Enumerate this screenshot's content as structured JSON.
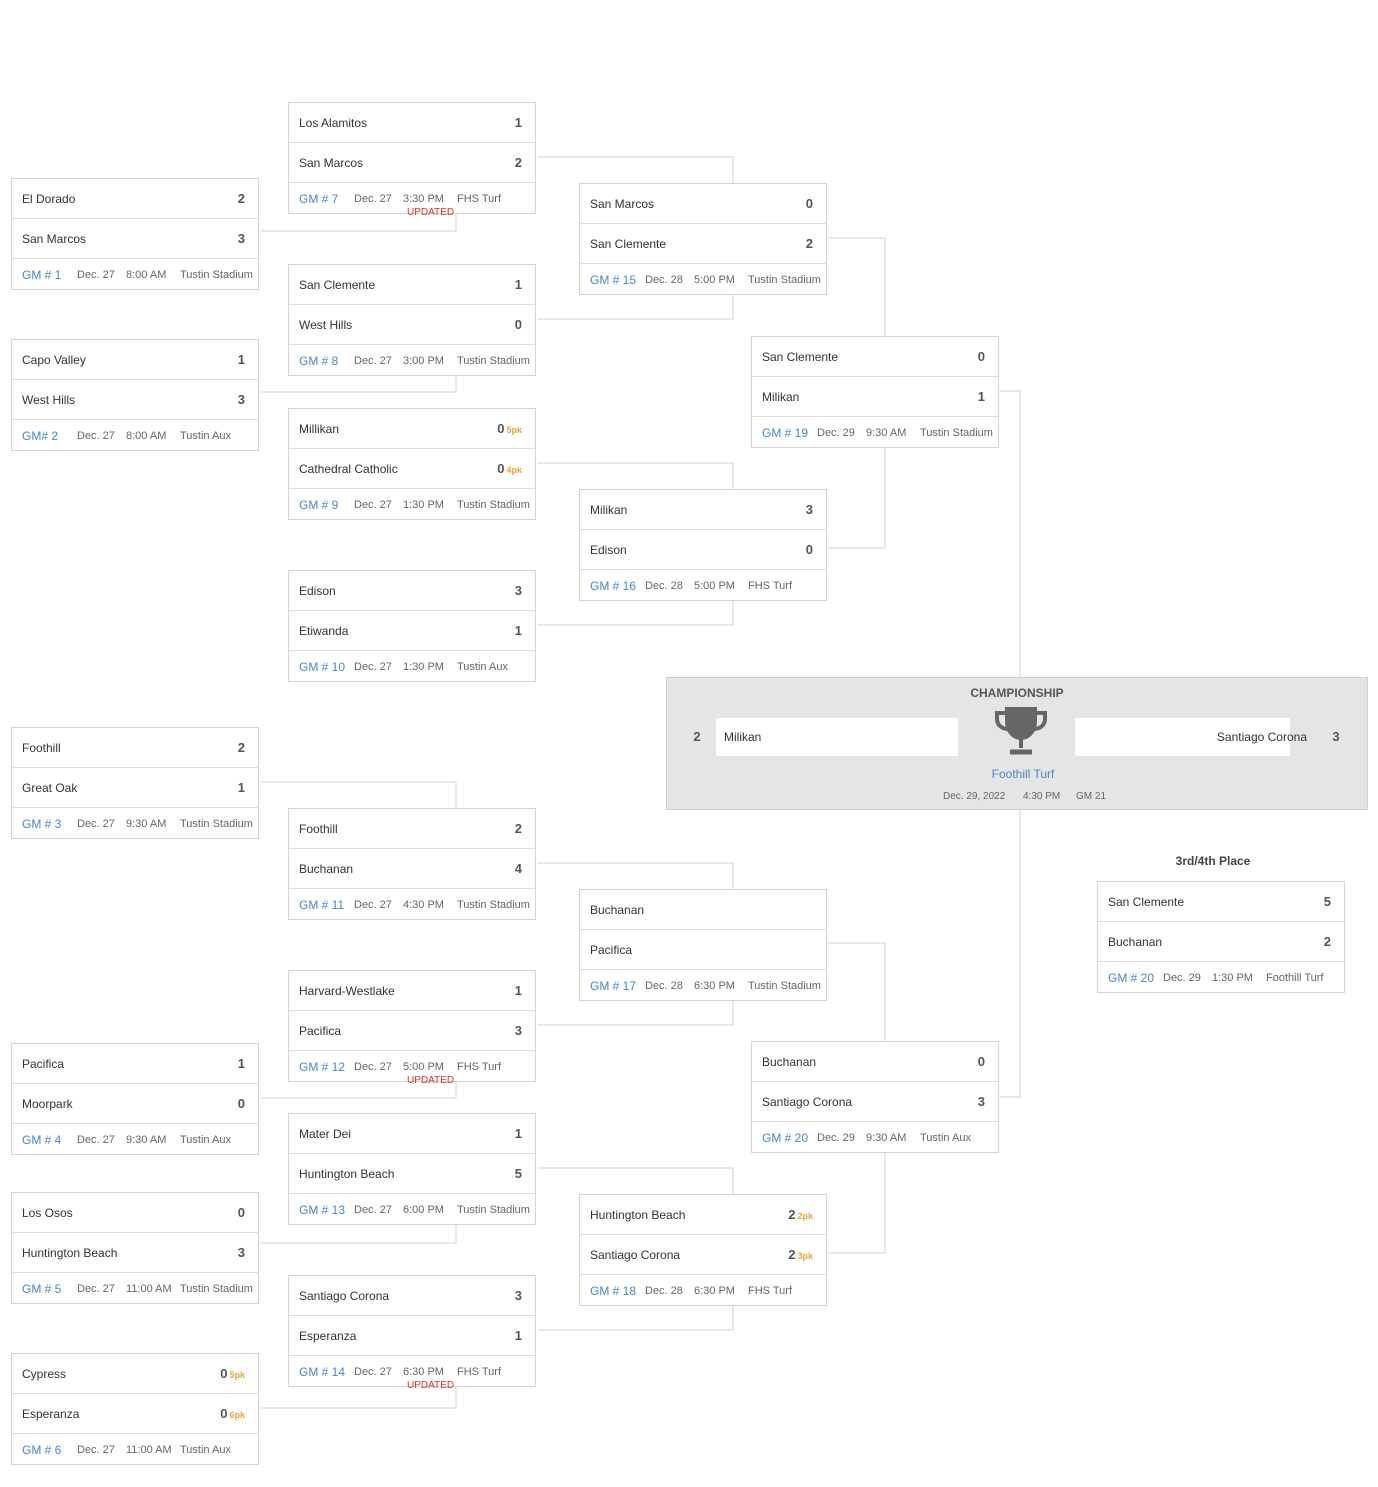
{
  "games": [
    {
      "id": "g1",
      "gm": "GM # 1",
      "date": "Dec. 27",
      "time": "8:00 AM",
      "venue": "Tustin Stadium",
      "t1": "El Dorado",
      "s1": "2",
      "t2": "San Marcos",
      "s2": "3"
    },
    {
      "id": "g2",
      "gm": "GM# 2",
      "date": "Dec. 27",
      "time": "8:00 AM",
      "venue": "Tustin Aux",
      "t1": "Capo Valley",
      "s1": "1",
      "t2": "West Hills",
      "s2": "3"
    },
    {
      "id": "g3",
      "gm": "GM # 3",
      "date": "Dec. 27",
      "time": "9:30 AM",
      "venue": "Tustin Stadium",
      "t1": "Foothill",
      "s1": "2",
      "t2": "Great Oak",
      "s2": "1"
    },
    {
      "id": "g4",
      "gm": "GM # 4",
      "date": "Dec. 27",
      "time": "9:30 AM",
      "venue": "Tustin Aux",
      "t1": "Pacifica",
      "s1": "1",
      "t2": "Moorpark",
      "s2": "0"
    },
    {
      "id": "g5",
      "gm": "GM # 5",
      "date": "Dec. 27",
      "time": "11:00 AM",
      "venue": "Tustin Stadium",
      "t1": "Los Osos",
      "s1": "0",
      "t2": "Huntington Beach",
      "s2": "3"
    },
    {
      "id": "g6",
      "gm": "GM # 6",
      "date": "Dec. 27",
      "time": "11:00 AM",
      "venue": "Tustin Aux",
      "t1": "Cypress",
      "s1": "0",
      "pk1": "5pk",
      "t2": "Esperanza",
      "s2": "0",
      "pk2": "6pk"
    },
    {
      "id": "g7",
      "gm": "GM # 7",
      "date": "Dec. 27",
      "time": "3:30 PM",
      "venue": "FHS Turf",
      "updated": "UPDATED",
      "t1": "Los Alamitos",
      "s1": "1",
      "t2": "San Marcos",
      "s2": "2"
    },
    {
      "id": "g8",
      "gm": "GM # 8",
      "date": "Dec. 27",
      "time": "3:00 PM",
      "venue": "Tustin Stadium",
      "t1": "San Clemente",
      "s1": "1",
      "t2": "West Hills",
      "s2": "0"
    },
    {
      "id": "g9",
      "gm": "GM # 9",
      "date": "Dec. 27",
      "time": "1:30 PM",
      "venue": "Tustin Stadium",
      "t1": "Millikan",
      "s1": "0",
      "pk1": "5pk",
      "t2": "Cathedral Catholic",
      "s2": "0",
      "pk2": "4pk"
    },
    {
      "id": "g10",
      "gm": "GM # 10",
      "date": "Dec. 27",
      "time": "1:30 PM",
      "venue": "Tustin Aux",
      "t1": "Edison",
      "s1": "3",
      "t2": "Etiwanda",
      "s2": "1"
    },
    {
      "id": "g11",
      "gm": "GM # 11",
      "date": "Dec. 27",
      "time": "4:30 PM",
      "venue": "Tustin Stadium",
      "t1": "Foothill",
      "s1": "2",
      "t2": "Buchanan",
      "s2": "4"
    },
    {
      "id": "g12",
      "gm": "GM # 12",
      "date": "Dec. 27",
      "time": "5:00 PM",
      "venue": "FHS Turf",
      "updated": "UPDATED",
      "t1": "Harvard-Westlake",
      "s1": "1",
      "t2": "Pacifica",
      "s2": "3"
    },
    {
      "id": "g13",
      "gm": "GM # 13",
      "date": "Dec. 27",
      "time": "6:00 PM",
      "venue": "Tustin Stadium",
      "t1": "Mater Dei",
      "s1": "1",
      "t2": "Huntington Beach",
      "s2": "5"
    },
    {
      "id": "g14",
      "gm": "GM # 14",
      "date": "Dec. 27",
      "time": "6:30 PM",
      "venue": "FHS Turf",
      "updated": "UPDATED",
      "t1": "Santiago Corona",
      "s1": "3",
      "t2": "Esperanza",
      "s2": "1"
    },
    {
      "id": "g15",
      "gm": "GM # 15",
      "date": "Dec. 28",
      "time": "5:00 PM",
      "venue": "Tustin Stadium",
      "t1": "San Marcos",
      "s1": "0",
      "t2": "San Clemente",
      "s2": "2"
    },
    {
      "id": "g16",
      "gm": "GM # 16",
      "date": "Dec. 28",
      "time": "5:00 PM",
      "venue": "FHS Turf",
      "t1": "Milikan",
      "s1": "3",
      "t2": "Edison",
      "s2": "0"
    },
    {
      "id": "g17",
      "gm": "GM # 17",
      "date": "Dec. 28",
      "time": "6:30 PM",
      "venue": "Tustin Stadium",
      "t1": "Buchanan",
      "s1": "",
      "t2": "Pacifica",
      "s2": ""
    },
    {
      "id": "g18",
      "gm": "GM # 18",
      "date": "Dec. 28",
      "time": "6:30 PM",
      "venue": "FHS Turf",
      "t1": "Huntington Beach",
      "s1": "2",
      "pk1": "2pk",
      "t2": "Santiago Corona",
      "s2": "2",
      "pk2": "3pk"
    },
    {
      "id": "g19",
      "gm": "GM # 19",
      "date": "Dec. 29",
      "time": "9:30 AM",
      "venue": "Tustin Stadium",
      "t1": "San Clemente",
      "s1": "0",
      "t2": "Milikan",
      "s2": "1"
    },
    {
      "id": "g20",
      "gm": "GM # 20",
      "date": "Dec. 29",
      "time": "9:30 AM",
      "venue": "Tustin Aux",
      "t1": "Buchanan",
      "s1": "0",
      "t2": "Santiago Corona",
      "s2": "3"
    },
    {
      "id": "g20b",
      "gm": "GM # 20",
      "date": "Dec. 29",
      "time": "1:30 PM",
      "venue": "Foothill Turf",
      "t1": "San Clemente",
      "s1": "5",
      "t2": "Buchanan",
      "s2": "2"
    }
  ],
  "championship": {
    "title": "CHAMPIONSHIP",
    "team1": "Milikan",
    "score1": "2",
    "team2": "Santiago Corona",
    "score2": "3",
    "location": "Foothill Turf",
    "date": "Dec. 29, 2022",
    "time": "4:30 PM",
    "gm": "GM 21"
  },
  "third_place": {
    "title": "3rd/4th Place"
  }
}
